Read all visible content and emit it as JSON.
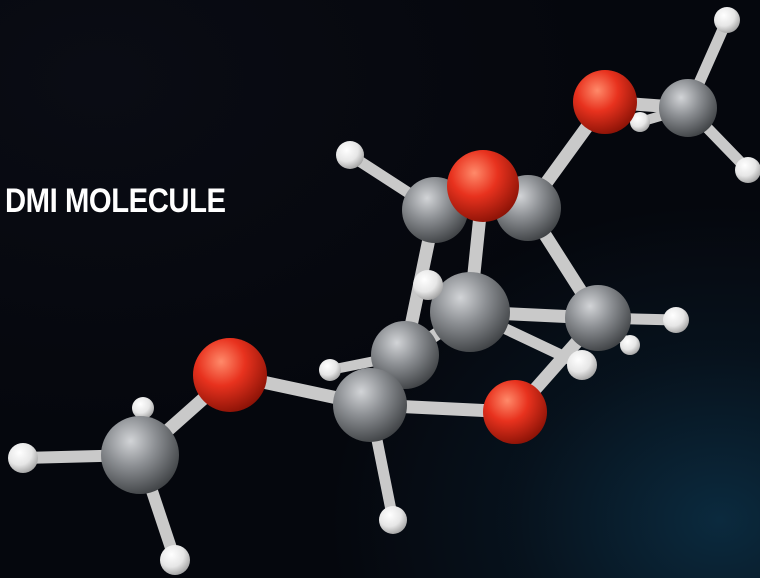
{
  "caption": {
    "title": "DMI MOLECULE"
  },
  "colors": {
    "background": "#05070d",
    "glow": "#0b2a3e",
    "carbon": "#8c8f93",
    "oxygen": "#e8321e",
    "hydrogen": "#f0f0f0",
    "bond": "#c9c9c9",
    "title_text": "#ffffff"
  },
  "molecule": {
    "name": "DMI",
    "atom_types": [
      "carbon",
      "oxygen",
      "hydrogen"
    ]
  }
}
